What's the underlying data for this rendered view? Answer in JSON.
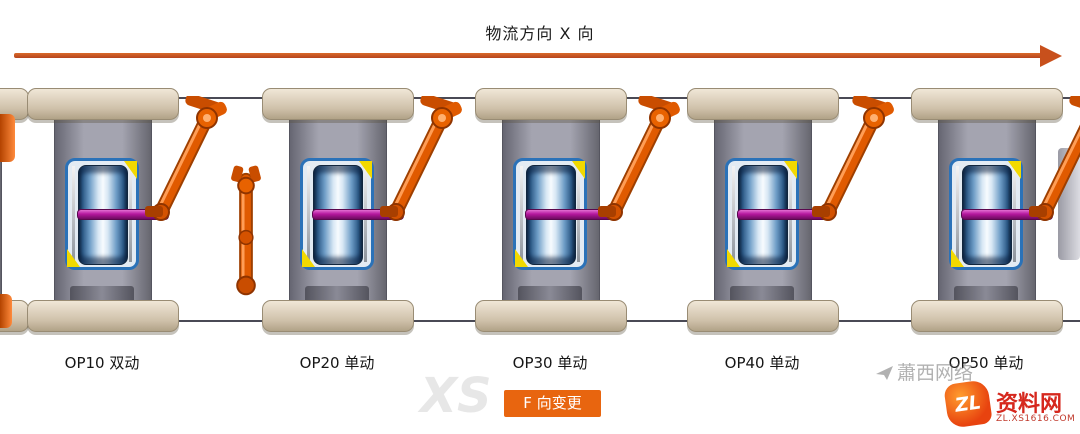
{
  "flow": {
    "label": "物流方向 X 向"
  },
  "stations": [
    {
      "label": "OP10 双动"
    },
    {
      "label": "OP20 单动"
    },
    {
      "label": "OP30 单动"
    },
    {
      "label": "OP40 单动"
    },
    {
      "label": "OP50 单动"
    }
  ],
  "badge": {
    "label": "F 向变更"
  },
  "watermark": {
    "faint_brand": "蕭西网络",
    "logo_text": "ZL",
    "brand": "资料网",
    "site": "ZL.XS1616.COM",
    "bg_mark": "XS"
  },
  "colors": {
    "arrow": "#c8501c",
    "badge_bg": "#e8650f",
    "robot_orange": "#e05a00",
    "slab_beige": "#d8cbb6",
    "column_gray": "#8a8a96",
    "die_border_blue": "#2b72b8",
    "transfer_bar_magenta": "#b5179e",
    "accent_yellow": "#f2d900",
    "brand_red": "#d6281e"
  }
}
